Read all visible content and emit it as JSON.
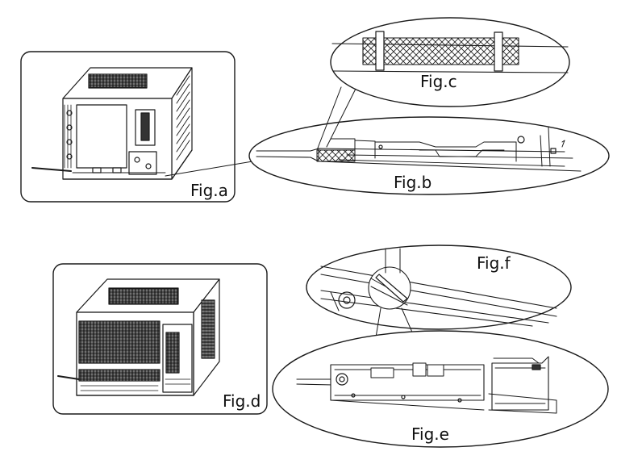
{
  "figures": {
    "a": {
      "label": "Fig.a"
    },
    "b": {
      "label": "Fig.b"
    },
    "c": {
      "label": "Fig.c"
    },
    "d": {
      "label": "Fig.d"
    },
    "e": {
      "label": "Fig.e"
    },
    "f": {
      "label": "Fig.f"
    }
  }
}
